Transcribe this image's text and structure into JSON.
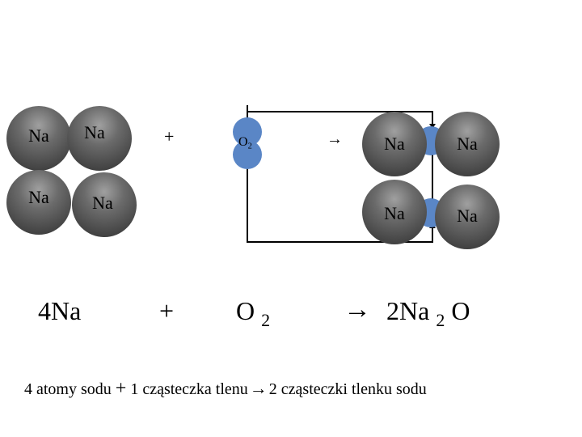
{
  "colors": {
    "sodium": "#555555",
    "oxygen": "#5a86c6"
  },
  "reactants": {
    "sodium_atoms": [
      "Na",
      "Na",
      "Na",
      "Na"
    ],
    "plus": "+",
    "oxygen_label": "O",
    "oxygen_sub": "2"
  },
  "reaction_arrow": "→",
  "products": {
    "molecule1": [
      "Na",
      "Na"
    ],
    "molecule2": [
      "Na",
      "Na"
    ]
  },
  "equation": {
    "reactant1": "4Na",
    "plus": "+",
    "reactant2": "O",
    "reactant2_sub": "2",
    "arrow": "→",
    "product_prefix": "2Na",
    "product_sub": "2",
    "product_suffix": "O"
  },
  "caption": {
    "part1": "4 atomy sodu",
    "plus": "+",
    "part2": "1 cząsteczka tlenu",
    "arrow": "→",
    "part3": "2 cząsteczki tlenku sodu"
  }
}
